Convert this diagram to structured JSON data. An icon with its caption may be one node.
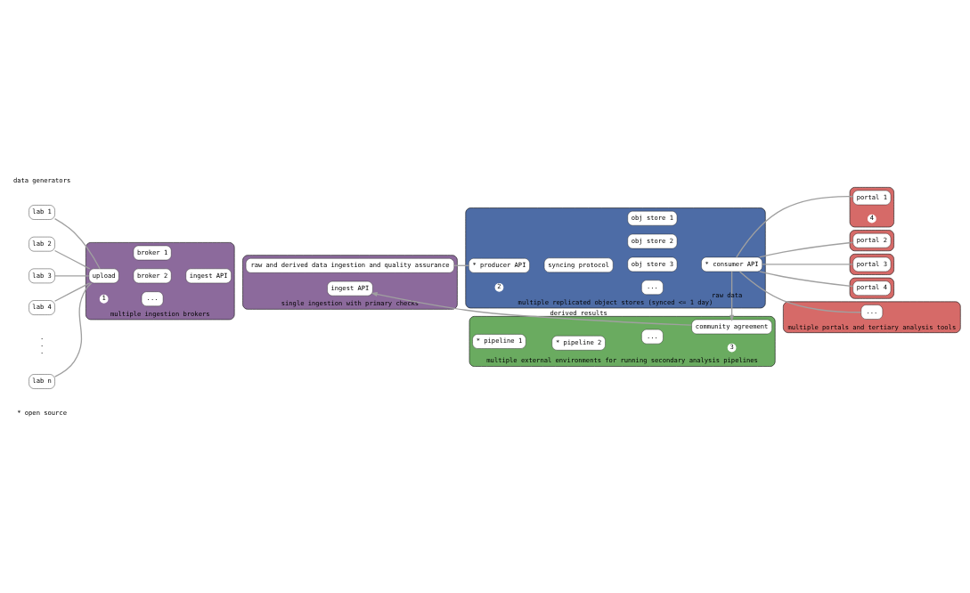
{
  "diagram": {
    "nodes": [
      {
        "text": [
          "lab 1"
        ]
      },
      {
        "text": [
          "lab 2"
        ]
      },
      {
        "text": [
          "lab 3"
        ]
      },
      {
        "text": [
          "lab 4"
        ]
      },
      {
        "text": [
          "lab n"
        ]
      },
      {
        "text": [],
        "shape": "box",
        "beside": [
          "multiple ingestion brokers"
        ]
      },
      {
        "text": [
          "1"
        ],
        "in": 5
      },
      {
        "text": [
          "upload"
        ],
        "in": 5
      },
      {
        "text": [
          "broker 1"
        ],
        "in": 5
      },
      {
        "text": [
          "broker 2"
        ],
        "in": 5
      },
      {
        "text": [
          "..."
        ],
        "in": 5
      },
      {
        "text": [
          "ingest API"
        ],
        "in": 5
      },
      {
        "text": [],
        "shape": "box",
        "beside": [
          "single ingestion with primary checks"
        ]
      },
      {
        "text": [
          "ingest API"
        ],
        "in": 12
      },
      {
        "text": [
          "raw and derived data ingestion and quality assurance"
        ],
        "in": 12
      },
      {
        "text": [],
        "shape": "box",
        "beside": [
          "multiple replicated object stores (synced <= 1 day)"
        ]
      },
      {
        "text": [
          "2"
        ],
        "in": 15
      },
      {
        "text": [
          "* producer API"
        ],
        "in": 15
      },
      {
        "text": [
          "syncing protocol"
        ],
        "in": 15
      },
      {
        "text": [
          "obj store 1"
        ],
        "in": 15
      },
      {
        "text": [
          "obj store 2"
        ],
        "in": 15
      },
      {
        "text": [
          "obj store 3"
        ],
        "in": 15
      },
      {
        "text": [
          "..."
        ],
        "in": 15
      },
      {
        "text": [
          "* consumer API"
        ],
        "in": 15
      },
      {
        "text": [],
        "shape": "box",
        "beside": [
          "multiple external environments for running secondary analysis pipelines"
        ]
      },
      {
        "text": [
          "3"
        ],
        "in": 24
      },
      {
        "text": [
          "* pipeline 1"
        ],
        "in": 24
      },
      {
        "text": [
          "* pipeline 2"
        ],
        "in": 24
      },
      {
        "text": [
          "..."
        ],
        "in": 24
      },
      {
        "text": [
          "community agreement"
        ],
        "in": 24
      },
      {
        "text": [],
        "shape": "box"
      },
      {
        "text": [
          "4"
        ],
        "in": 30
      },
      {
        "text": [
          "portal 1"
        ],
        "in": 30
      },
      {
        "text": [],
        "shape": "box"
      },
      {
        "text": [
          "portal 2"
        ],
        "in": 33
      },
      {
        "text": [],
        "shape": "box"
      },
      {
        "text": [
          "portal 3"
        ],
        "in": 35
      },
      {
        "text": [],
        "shape": "box"
      },
      {
        "text": [
          "portal 4"
        ],
        "in": 37
      },
      {
        "text": [],
        "shape": "box",
        "beside": [
          "multiple portals and tertiary analysis tools"
        ]
      },
      {
        "text": [
          "..."
        ],
        "in": 39
      }
    ],
    "edges": [
      {
        "from": 0,
        "to": 7,
        "arrow": "none"
      },
      {
        "from": 1,
        "to": 7,
        "arrow": "none"
      },
      {
        "from": 2,
        "to": 7,
        "arrow": "none"
      },
      {
        "from": 3,
        "to": 7,
        "arrow": "none"
      },
      {
        "from": 4,
        "to": 7,
        "arrow": "none"
      },
      {
        "from": 14,
        "to": 17,
        "arrow": "none"
      },
      {
        "from": 29,
        "to": 13,
        "arrow": "to",
        "label": "derived results"
      },
      {
        "from": 23,
        "to": 29,
        "arrow": "to",
        "label": "raw data"
      },
      {
        "from": 23,
        "to": 32,
        "arrow": "none"
      },
      {
        "from": 23,
        "to": 34,
        "arrow": "none"
      },
      {
        "from": 23,
        "to": 36,
        "arrow": "none"
      },
      {
        "from": 23,
        "to": 38,
        "arrow": "none"
      },
      {
        "from": 23,
        "to": 40,
        "arrow": "none"
      }
    ],
    "labels": [
      "data generators",
      ". . .",
      "* open source"
    ]
  }
}
